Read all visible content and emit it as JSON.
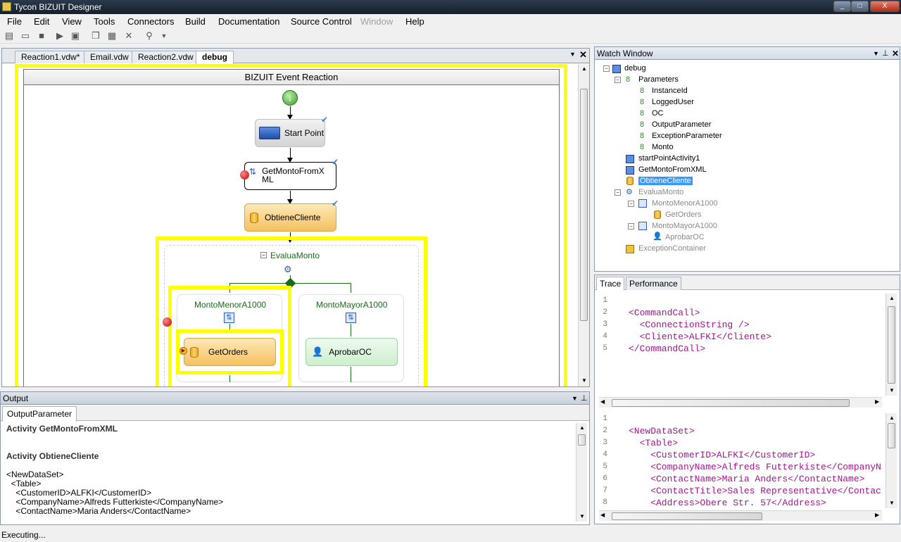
{
  "window": {
    "title": "Tycon BIZUIT Designer",
    "minimize": "_",
    "maximize": "□",
    "close": "X"
  },
  "menu": [
    "File",
    "Edit",
    "View",
    "Tools",
    "Connectors",
    "Build",
    "Documentation",
    "Source Control",
    "Window",
    "Help"
  ],
  "doc_tabs": [
    "Reaction1.vdw*",
    "Email.vdw",
    "Reaction2.vdw",
    "debug"
  ],
  "designer": {
    "header": "BIZUIT Event Reaction",
    "activities": {
      "start": "Start Point",
      "getmonto": "GetMontoFromXML",
      "obtiene": "ObtieneCliente",
      "evalua": "EvaluaMonto",
      "menor": "MontoMenorA1000",
      "mayor": "MontoMayorA1000",
      "getorders": "GetOrders",
      "aprobar": "AprobarOC"
    }
  },
  "watch": {
    "title": "Watch Window",
    "tree": [
      {
        "label": "debug"
      },
      {
        "label": "Parameters"
      },
      {
        "label": "InstanceId"
      },
      {
        "label": "LoggedUser"
      },
      {
        "label": "OC"
      },
      {
        "label": "OutputParameter"
      },
      {
        "label": "ExceptionParameter"
      },
      {
        "label": "Monto"
      },
      {
        "label": "startPointActivity1"
      },
      {
        "label": "GetMontoFromXML"
      },
      {
        "label": "ObtieneCliente"
      },
      {
        "label": "EvaluaMonto"
      },
      {
        "label": "MontoMenorA1000"
      },
      {
        "label": "GetOrders"
      },
      {
        "label": "MontoMayorA1000"
      },
      {
        "label": "AprobarOC"
      },
      {
        "label": "ExceptionContainer"
      }
    ]
  },
  "trace_tabs": [
    "Trace",
    "Performance"
  ],
  "trace1": {
    "line_numbers": [
      "1",
      "2",
      "3",
      "4",
      "5"
    ],
    "lines": [
      "",
      "<CommandCall>",
      "  <ConnectionString />",
      "  <Cliente>ALFKI</Cliente>",
      "</CommandCall>"
    ]
  },
  "trace2": {
    "line_numbers": [
      "1",
      "2",
      "3",
      "4",
      "5",
      "6",
      "7",
      "8"
    ],
    "lines": [
      "",
      "<NewDataSet>",
      "  <Table>",
      "    <CustomerID>ALFKI</CustomerID>",
      "    <CompanyName>Alfreds Futterkiste</CompanyN",
      "    <ContactName>Maria Anders</ContactName>",
      "    <ContactTitle>Sales Representative</Contac",
      "    <Address>Obere Str. 57</Address>"
    ]
  },
  "output": {
    "title": "Output",
    "tab": "OutputParameter",
    "line1": "Activity GetMontoFromXML",
    "line2": "Activity ObtieneCliente",
    "xml": [
      "<NewDataSet>",
      "  <Table>",
      "    <CustomerID>ALFKI</CustomerID>",
      "    <CompanyName>Alfreds Futterkiste</CompanyName>",
      "    <ContactName>Maria Anders</ContactName>"
    ]
  },
  "status": "Executing..."
}
